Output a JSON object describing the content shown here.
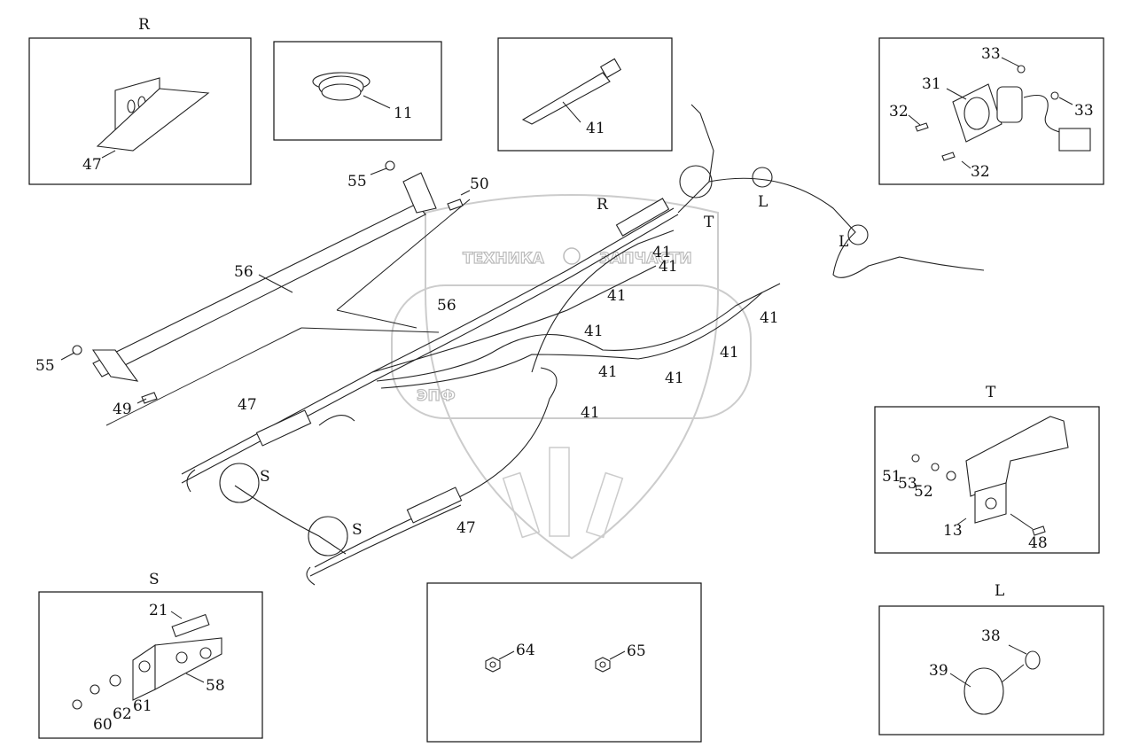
{
  "watermark": {
    "text_left": "ТЕХНИКА",
    "text_right": "ЗАПЧАСТИ",
    "big_text": "ЭПФ",
    "color": "#bbbbbb"
  },
  "callouts": {
    "R_title": "R",
    "R_47": "47",
    "b2_11": "11",
    "b3_41": "41",
    "tr_31": "31",
    "tr_32a": "32",
    "tr_32b": "32",
    "tr_33a": "33",
    "tr_33b": "33",
    "T_title": "T",
    "T_51": "51",
    "T_53": "53",
    "T_52": "52",
    "T_13": "13",
    "T_48": "48",
    "L_title": "L",
    "L_38": "38",
    "L_39": "39",
    "S_title": "S",
    "S_21": "21",
    "S_58": "58",
    "S_61": "61",
    "S_62": "62",
    "S_60": "60",
    "bc_64": "64",
    "bc_65": "65",
    "m_55a": "55",
    "m_50": "50",
    "m_56a": "56",
    "m_56b": "56",
    "m_55b": "55",
    "m_49": "49",
    "m_47a": "47",
    "m_47b": "47",
    "m_R": "R",
    "m_T": "T",
    "m_L1": "L",
    "m_L2": "L",
    "m_S1": "S",
    "m_S2": "S",
    "m_41a": "41",
    "m_41b": "41",
    "m_41c": "41",
    "m_41d": "41",
    "m_41e": "41",
    "m_41f": "41",
    "m_41g": "41",
    "m_41h": "41",
    "m_41i": "41"
  }
}
